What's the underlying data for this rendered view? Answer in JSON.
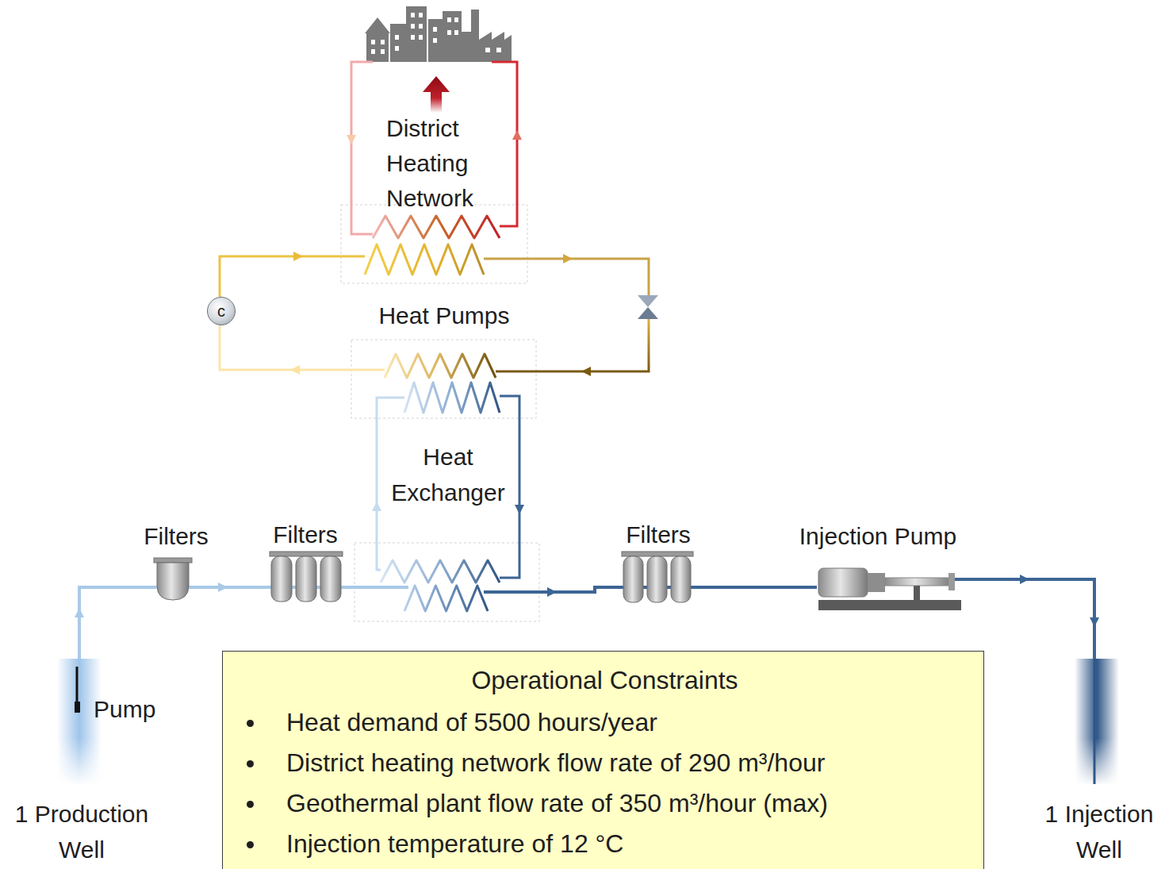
{
  "diagram": {
    "nodes": [
      {
        "text": [
          "c"
        ]
      },
      {
        "text": [
          "Operational Constraints",
          "Heat demand of 5500 hours/year",
          "District heating network flow rate of 290 m³/hour",
          "Geothermal plant flow rate of 350 m³/hour (max)",
          "Injection temperature of 12 °C"
        ]
      }
    ],
    "labels": [
      "District Heating Network",
      "Heat Pumps",
      "Heat Exchanger",
      "Filters",
      "Filters",
      "Filters",
      "Injection Pump",
      "Pump",
      "1 Production Well",
      "1 Injection Well"
    ]
  }
}
